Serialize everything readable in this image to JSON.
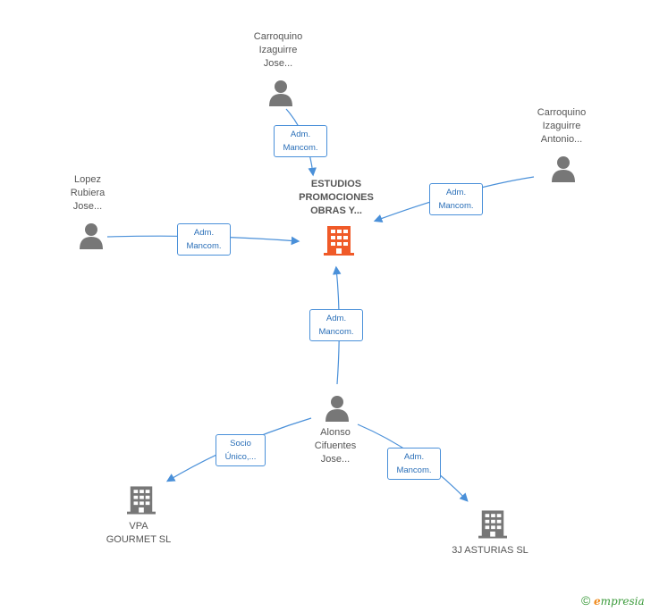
{
  "nodes": {
    "center": {
      "lines": [
        "ESTUDIOS",
        "PROMOCIONES",
        "OBRAS Y..."
      ],
      "color": "#f05a28"
    },
    "top_person": {
      "lines": [
        "Carroquino",
        "Izaguirre",
        "Jose..."
      ]
    },
    "right_person": {
      "lines": [
        "Carroquino",
        "Izaguirre",
        "Antonio..."
      ]
    },
    "left_person": {
      "lines": [
        "Lopez",
        "Rubiera",
        "Jose..."
      ]
    },
    "bottom_person": {
      "lines": [
        "Alonso",
        "Cifuentes",
        "Jose..."
      ]
    },
    "vpa": {
      "lines": [
        "VPA",
        "GOURMET SL"
      ]
    },
    "asturias": {
      "lines": [
        "3J ASTURIAS SL"
      ]
    }
  },
  "edges": {
    "top": [
      "Adm.",
      "Mancom."
    ],
    "right": [
      "Adm.",
      "Mancom."
    ],
    "left": [
      "Adm.",
      "Mancom."
    ],
    "bottom": [
      "Adm.",
      "Mancom."
    ],
    "vpa": [
      "Socio",
      "Único,..."
    ],
    "asturias": [
      "Adm.",
      "Mancom."
    ]
  },
  "colors": {
    "edge": "#4a90d9",
    "person": "#777777",
    "company": "#777777",
    "center": "#f05a28"
  },
  "footer": {
    "copyright": "©",
    "brand_initial": "e",
    "brand_rest": "mpresia"
  }
}
